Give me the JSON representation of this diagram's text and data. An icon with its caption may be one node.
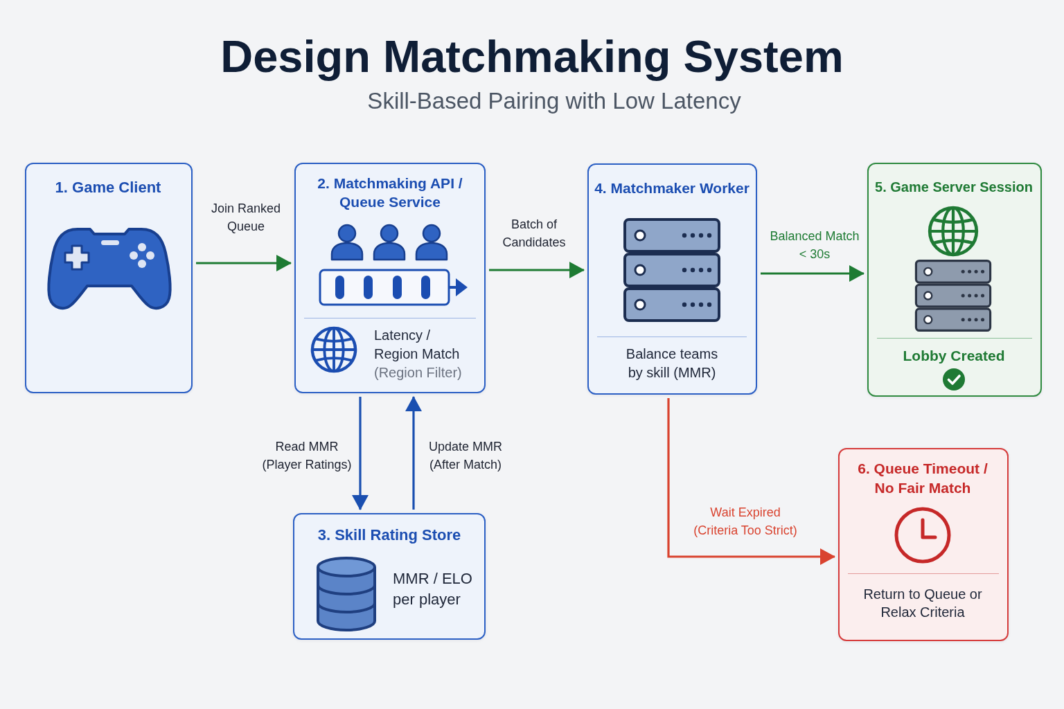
{
  "diagram": {
    "title": "Design Matchmaking System",
    "nodes": [
      {
        "text": [
          "1. Game Client"
        ]
      },
      {
        "text": [
          "2. Matchmaking API / Queue Service",
          "Latency / Region Match",
          "(Region Filter)"
        ]
      },
      {
        "text": [
          "3. Skill Rating Store",
          "MMR / ELO per player"
        ]
      },
      {
        "text": [
          "4. Matchmaker Worker",
          "Balance teams by skill (MMR)"
        ]
      },
      {
        "text": [
          "5. Game Server Session",
          "Lobby Created"
        ]
      },
      {
        "text": [
          "6. Queue Timeout / No Fair Match",
          "Return to Queue or Relax Criteria"
        ]
      }
    ],
    "edges": [
      {
        "from": 0,
        "to": 1,
        "arrow": "to",
        "label": "Join Ranked Queue"
      },
      {
        "from": 1,
        "to": 3,
        "arrow": "to",
        "label": "Batch of Candidates"
      },
      {
        "from": 3,
        "to": 4,
        "arrow": "to",
        "label": "Balanced Match < 30s"
      },
      {
        "from": 1,
        "to": 2,
        "arrow": "to",
        "label": "Read MMR (Player Ratings)",
        "color": "#1a4fb0"
      },
      {
        "from": 2,
        "to": 1,
        "arrow": "to",
        "label": "Update MMR (After Match)",
        "color": "#1a4fb0"
      },
      {
        "from": 3,
        "to": 5,
        "arrow": "to",
        "label": "Wait Expired (Criteria Too Strict)",
        "color": "#d9432f"
      }
    ],
    "labels": [
      "Skill-Based Pairing with Low Latency"
    ]
  }
}
